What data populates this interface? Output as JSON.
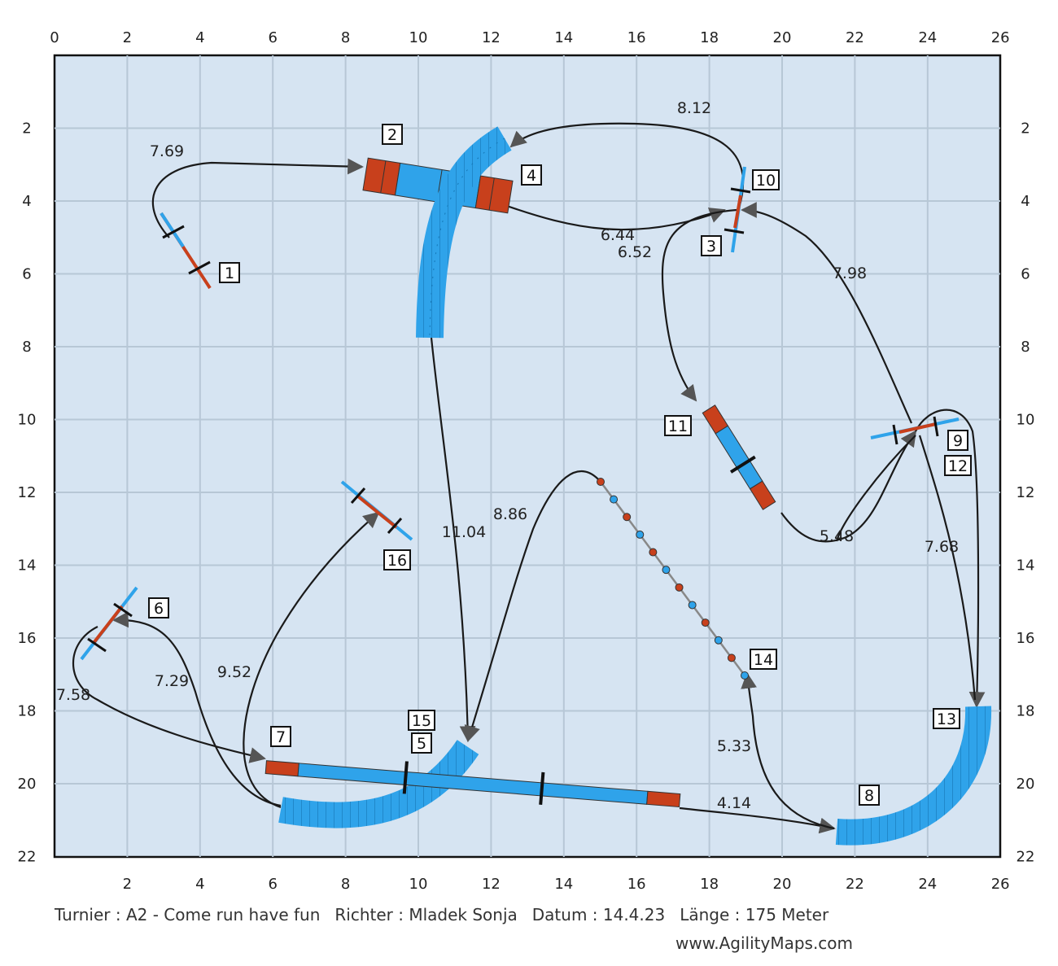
{
  "axes": {
    "x_ticks_top": [
      "0",
      "2",
      "4",
      "6",
      "8",
      "10",
      "12",
      "14",
      "16",
      "18",
      "20",
      "22",
      "24",
      "26"
    ],
    "x_ticks_bottom": [
      "2",
      "4",
      "6",
      "8",
      "10",
      "12",
      "14",
      "16",
      "18",
      "20",
      "22",
      "24",
      "26"
    ],
    "y_ticks": [
      "2",
      "4",
      "6",
      "8",
      "10",
      "12",
      "14",
      "16",
      "18",
      "20",
      "22"
    ]
  },
  "obstacles": [
    {
      "label": "1"
    },
    {
      "label": "2"
    },
    {
      "label": "3"
    },
    {
      "label": "4"
    },
    {
      "label": "5"
    },
    {
      "label": "6"
    },
    {
      "label": "7"
    },
    {
      "label": "8"
    },
    {
      "label": "9"
    },
    {
      "label": "10"
    },
    {
      "label": "11"
    },
    {
      "label": "12"
    },
    {
      "label": "13"
    },
    {
      "label": "14"
    },
    {
      "label": "15"
    },
    {
      "label": "16"
    }
  ],
  "distances": [
    "7.69",
    "8.12",
    "6.44",
    "6.52",
    "7.98",
    "5.48",
    "7.68",
    "11.04",
    "8.86",
    "9.52",
    "7.29",
    "7.58",
    "5.33",
    "4.14"
  ],
  "footer": {
    "turnier": "Turnier : A2 - Come run have fun",
    "richter": "Richter : Mladek Sonja",
    "datum": "Datum : 14.4.23",
    "laenge": "Länge : 175 Meter",
    "website": "www.AgilityMaps.com"
  },
  "colors": {
    "field": "#d6e4f2",
    "grid": "#b7c7d6",
    "obstacle_blue": "#2fa3ea",
    "contact_red": "#c8401c",
    "path": "#1a1a1a"
  }
}
